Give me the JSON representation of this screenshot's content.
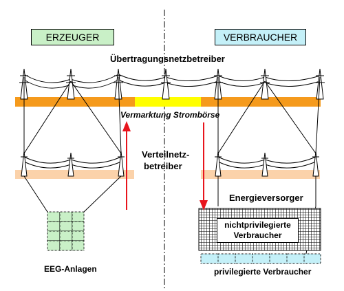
{
  "labels": {
    "erzeuger": "ERZEUGER",
    "verbraucher": "VERBRAUCHER",
    "uebertragungsnetzbetreiber": "Übertragungsnetzbetreiber",
    "vermarktung": "Vermarktung Strombörse",
    "verteilnetz_line1": "Verteilnetz-",
    "verteilnetz_line2": "betreiber",
    "energieversorger": "Energieversorger",
    "nichtprivilegierte_line1": "nichtprivilegierte",
    "nichtprivilegierte_line2": "Verbraucher",
    "eeg_anlagen": "EEG-Anlagen",
    "privilegierte_verbraucher": "privilegierte Verbraucher"
  },
  "colors": {
    "erzeuger_box": "#c9f0c7",
    "verbraucher_box": "#c4f0f8",
    "transmission_bar": "#f59a1c",
    "market_segment": "#ffff00",
    "distribution_bar": "#fbd2aa",
    "arrow": "#e8141c",
    "eeg_cells": "#c9f0c7",
    "privileged_cells": "#c4f0f8"
  }
}
